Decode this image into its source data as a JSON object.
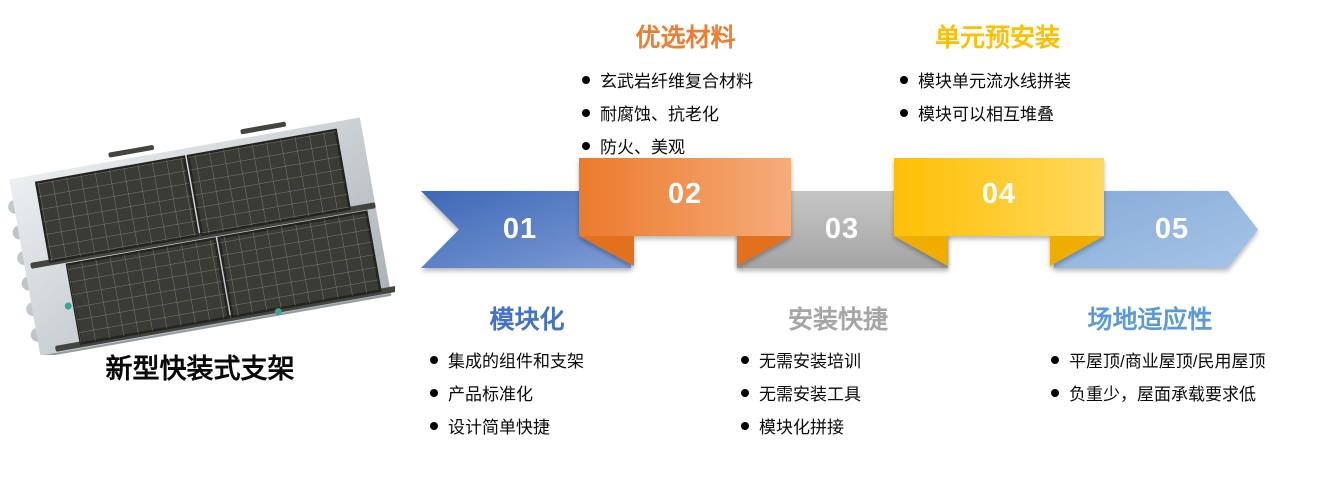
{
  "caption": "新型快装式支架",
  "flow": {
    "steps": [
      {
        "number": "01",
        "title": "模块化",
        "title_color": "#4472C4",
        "banner_fill": [
          "#3E68B6",
          "#7E9CD6"
        ],
        "text_position": "bottom",
        "bullets": [
          "集成的组件和支架",
          "产品标准化",
          "设计简单快捷"
        ]
      },
      {
        "number": "02",
        "title": "优选材料",
        "title_color": "#ED7D31",
        "banner_fill": [
          "#EB7A2C",
          "#F5AC7B"
        ],
        "fold_color": "#E26F1D",
        "text_position": "top",
        "bullets": [
          "玄武岩纤维复合材料",
          "耐腐蚀、抗老化",
          "防火、美观"
        ]
      },
      {
        "number": "03",
        "title": "安装快捷",
        "title_color": "#A6A6A6",
        "banner_fill": [
          "#C6C6C6",
          "#A4A4A4"
        ],
        "text_position": "bottom",
        "bullets": [
          "无需安装培训",
          "无需安装工具",
          "模块化拼接"
        ]
      },
      {
        "number": "04",
        "title": "单元预安装",
        "title_color": "#FFC000",
        "banner_fill": [
          "#FEBF05",
          "#FFD95F"
        ],
        "fold_color": "#EFAD03",
        "text_position": "top",
        "bullets": [
          "模块单元流水线拼装",
          "模块可以相互堆叠"
        ]
      },
      {
        "number": "05",
        "title": "场地适应性",
        "title_color": "#5B9BD5",
        "banner_fill": [
          "#86ABD8",
          "#A7C4E7"
        ],
        "text_position": "bottom",
        "bullets": [
          "平屋顶/商业屋顶/民用屋顶",
          "负重少，屋面承载要求低"
        ]
      }
    ]
  }
}
